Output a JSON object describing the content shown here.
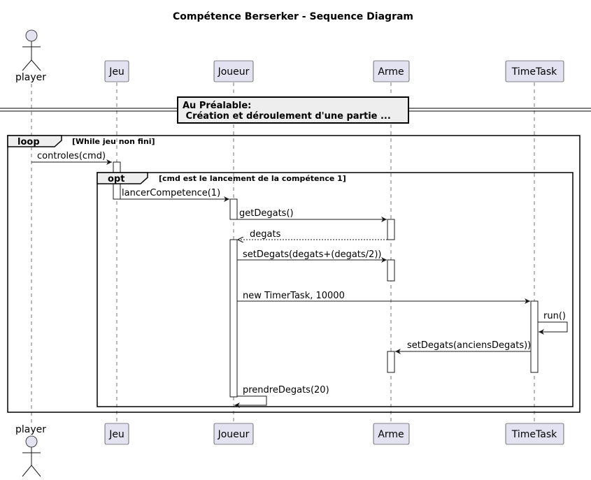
{
  "title": "Compétence Berserker - Sequence Diagram",
  "participants": {
    "player": "player",
    "jeu": "Jeu",
    "joueur": "Joueur",
    "arme": "Arme",
    "timetask": "TimeTask"
  },
  "divider": {
    "line1": "Au Préalable:",
    "line2": " Création et déroulement d'une partie ..."
  },
  "loop": {
    "keyword": "loop",
    "guard": "[While jeu non fini]"
  },
  "opt": {
    "keyword": "opt",
    "guard": "[cmd est le lancement de la compétence 1]"
  },
  "messages": {
    "m1": "controles(cmd)",
    "m2": "lancerCompetence(1)",
    "m3": "getDegats()",
    "m4": "degats",
    "m5": "setDegats(degats+(degats/2))",
    "m6": "new TimerTask, 10000",
    "m7": "run()",
    "m8": "setDegats(anciensDegats))",
    "m9": "prendreDegats(20)"
  },
  "colors": {
    "participant_fill": "#E2E2F0",
    "frame_tab_fill": "#EEEEEE",
    "line": "#181818"
  }
}
